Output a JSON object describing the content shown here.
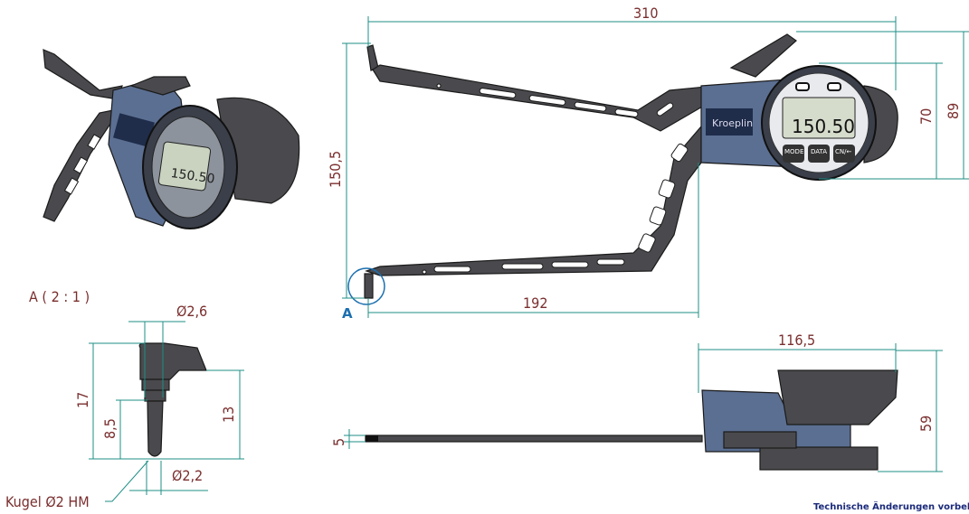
{
  "drawing": {
    "dimensions": {
      "total_length": "310",
      "jaw_depth": "150,5",
      "arm_length": "192",
      "dial_diameter": "70",
      "height_total": "89",
      "body_width": "116,5",
      "thickness": "59",
      "arm_thickness": "5"
    },
    "detail": {
      "title": "A ( 2 : 1 )",
      "view_marker": "A",
      "dia_top": "Ø2,6",
      "dia_bottom": "Ø2,2",
      "height_17": "17",
      "height_8_5": "8,5",
      "height_13": "13",
      "ball_note": "Kugel Ø2 HM"
    },
    "device": {
      "brand": "Kroeplin",
      "display_value": "150.50",
      "buttons": [
        "MODE",
        "DATA",
        "CN/←"
      ]
    },
    "footer_note": "Technische Änderungen vorbehalten",
    "colors": {
      "dimension_text": "#7a2e2e",
      "dimension_line": "#1f8f86",
      "note": "#1a2a7a",
      "marker": "#1b6fb0"
    }
  }
}
